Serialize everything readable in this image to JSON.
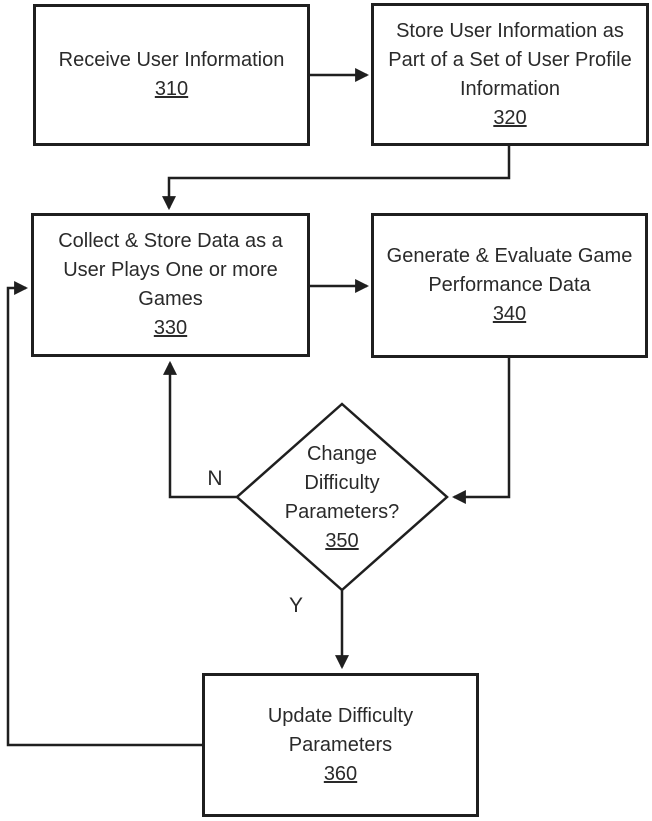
{
  "figure": {
    "type": "flowchart",
    "nodes": [
      {
        "id": "310",
        "shape": "rect",
        "lines": [
          "Receive User Information"
        ],
        "ref": "310"
      },
      {
        "id": "320",
        "shape": "rect",
        "lines": [
          "Store User Information as",
          "Part of a Set of User Profile",
          "Information"
        ],
        "ref": "320"
      },
      {
        "id": "330",
        "shape": "rect",
        "lines": [
          "Collect & Store Data as a",
          "User Plays One or more",
          "Games"
        ],
        "ref": "330"
      },
      {
        "id": "340",
        "shape": "rect",
        "lines": [
          "Generate & Evaluate Game",
          "Performance Data"
        ],
        "ref": "340"
      },
      {
        "id": "350",
        "shape": "diamond",
        "lines": [
          "Change",
          "Difficulty",
          "Parameters?"
        ],
        "ref": "350"
      },
      {
        "id": "360",
        "shape": "rect",
        "lines": [
          "Update Difficulty",
          "Parameters"
        ],
        "ref": "360"
      }
    ],
    "branch_labels": {
      "no": "N",
      "yes": "Y"
    },
    "edges": [
      {
        "from": "310",
        "to": "320",
        "label": ""
      },
      {
        "from": "320",
        "to": "330",
        "label": ""
      },
      {
        "from": "330",
        "to": "340",
        "label": ""
      },
      {
        "from": "340",
        "to": "350",
        "label": ""
      },
      {
        "from": "350",
        "to": "330",
        "label": "N"
      },
      {
        "from": "350",
        "to": "360",
        "label": "Y"
      },
      {
        "from": "360",
        "to": "330",
        "label": ""
      }
    ],
    "colors": {
      "ink": "#1f1f1f",
      "paper": "#ffffff"
    }
  }
}
